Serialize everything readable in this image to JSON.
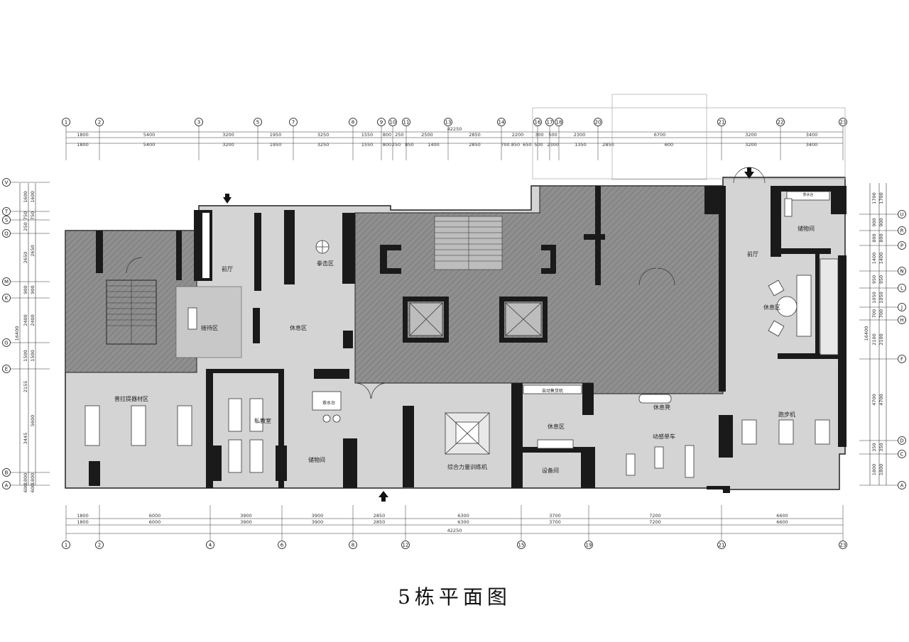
{
  "title": "5栋平面图",
  "axes_top": [
    "1",
    "2",
    "3",
    "5",
    "7",
    "8",
    "9",
    "10",
    "11",
    "13",
    "14",
    "16",
    "17",
    "18",
    "20",
    "21",
    "22",
    "23"
  ],
  "axes_bottom": [
    "1",
    "2",
    "4",
    "6",
    "8",
    "12",
    "15",
    "19",
    "21",
    "23"
  ],
  "axes_left": [
    "V",
    "T",
    "S",
    "Q",
    "M",
    "K",
    "G",
    "E",
    "B",
    "A"
  ],
  "axes_right": [
    "U",
    "R",
    "P",
    "N",
    "L",
    "J",
    "H",
    "F",
    "D",
    "C",
    "A"
  ],
  "dims_top_row1": [
    "1800",
    "5400",
    "3200",
    "1950",
    "3250",
    "1550",
    "800",
    "250",
    "2500",
    "2850",
    "2200",
    "300",
    "500",
    "2300",
    "6700",
    "3200",
    "3400"
  ],
  "dims_top_row2": [
    "1800",
    "5400",
    "3200",
    "1950",
    "3250",
    "1550",
    "800",
    "250",
    "850",
    "1400",
    "2850",
    "700",
    "850",
    "650",
    "500",
    "2300",
    "1350",
    "2850",
    "600",
    "3200",
    "3400"
  ],
  "dims_top_total": "42250",
  "dims_bottom_row1": [
    "1800",
    "6000",
    "3900",
    "3900",
    "2850",
    "6300",
    "3700",
    "7200",
    "6600"
  ],
  "dims_bottom_row2": [
    "1800",
    "6000",
    "3900",
    "3900",
    "2850",
    "6300",
    "3700",
    "7200",
    "6600"
  ],
  "dims_bottom_total": "42250",
  "dims_left_row1": [
    "1600",
    "750",
    "250",
    "2650",
    "900",
    "2400",
    "1500",
    "2155",
    "3445",
    "1800",
    "600"
  ],
  "dims_left_row2": [
    "1600",
    "750",
    "2650",
    "900",
    "2400",
    "1500",
    "5600",
    "1800",
    "600"
  ],
  "dims_left_total": "16400",
  "dims_right_row1": [
    "1700",
    "900",
    "800",
    "1400",
    "950",
    "1050",
    "700",
    "2100",
    "4700",
    "350",
    "1800"
  ],
  "dims_right_row2": [
    "1700",
    "900",
    "800",
    "1400",
    "950",
    "1050",
    "700",
    "2100",
    "4700",
    "350",
    "1800"
  ],
  "dims_right_total": "16400",
  "rooms": {
    "lobby_left": "前厅",
    "boxing": "拳击区",
    "reception": "接待区",
    "rest_center": "休息区",
    "pilates": "普拉提器材区",
    "private": "私教室",
    "storage_center": "储物间",
    "bar": "茶水台",
    "strength": "综合力量训练机",
    "rest_lower": "休息区",
    "vending": "自动售货机",
    "rest_bench": "休息凳",
    "spin": "动感单车",
    "equipment": "设备间",
    "lobby_right": "前厅",
    "storage_right": "储物间",
    "rest_right": "休息区",
    "treadmill": "跑步机",
    "water_bar": "茶水台"
  }
}
